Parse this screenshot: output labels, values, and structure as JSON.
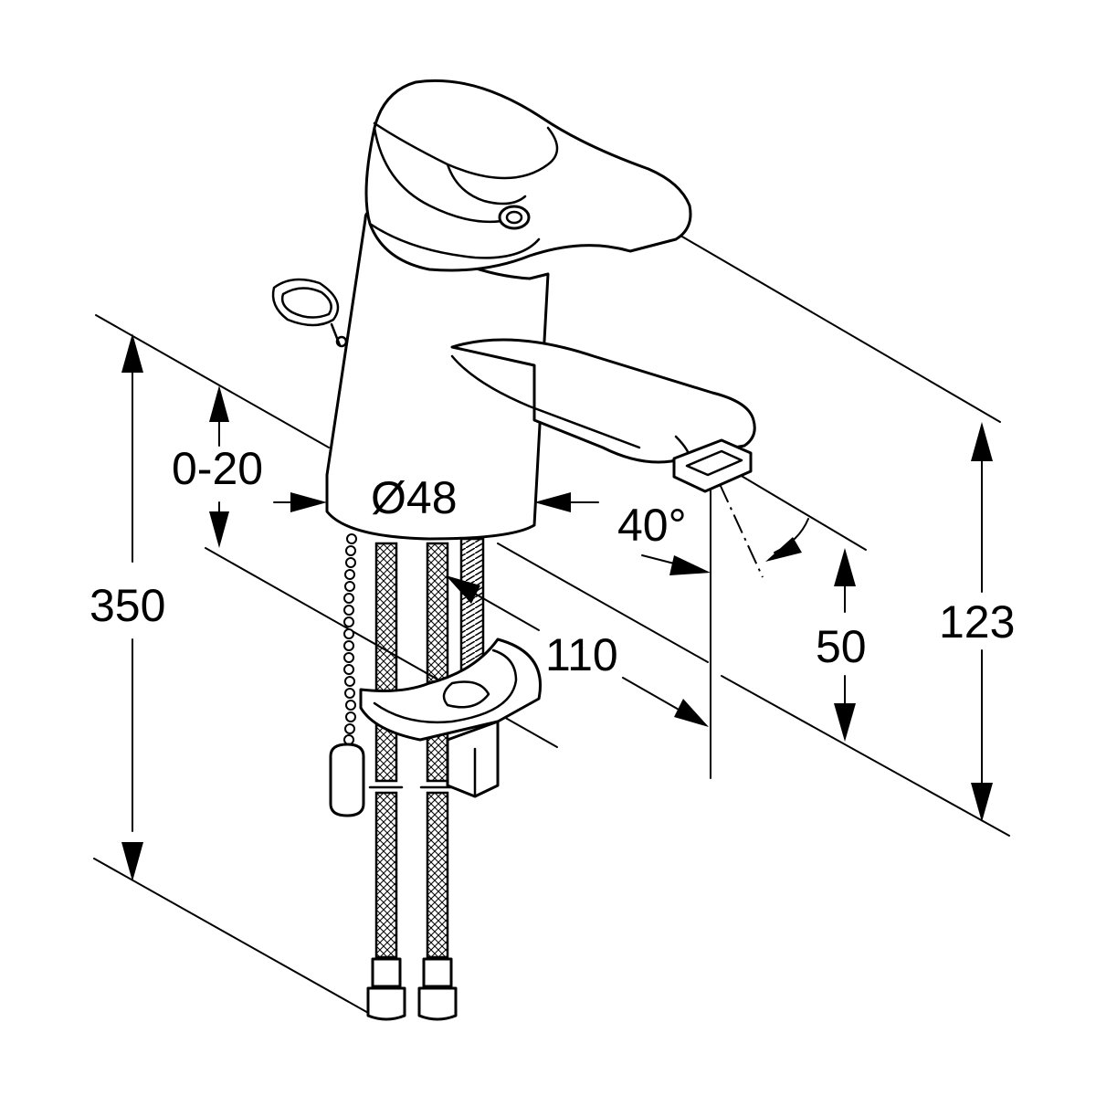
{
  "dimensions": {
    "total_height": "350",
    "adjust_range": "0-20",
    "base_diameter": "Ø48",
    "spout_reach": "110",
    "spout_angle": "40°",
    "spout_clearance": "50",
    "overall_height": "123"
  }
}
